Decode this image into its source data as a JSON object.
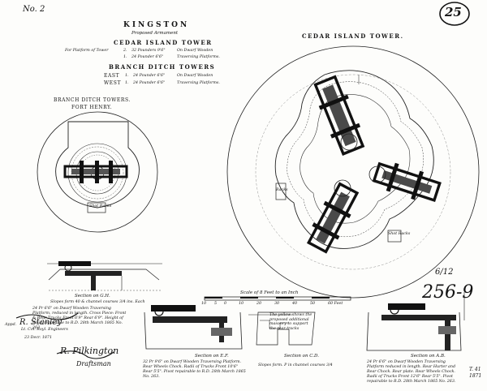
{
  "sheet": {
    "number": "No. 2",
    "circled_number": "25",
    "ref_number": "256-9",
    "ref_fraction": "6/12",
    "corner_mark": "T. 41\n1871"
  },
  "heading": {
    "title": "KINGSTON",
    "subtitle": "Proposed Armament",
    "tower_heading": "CEDAR ISLAND TOWER",
    "platform_label": "For Platform of Tower",
    "tower_items": [
      {
        "qty": "2.",
        "gun": "32 Pounders 9'6\"",
        "mount": "On Dwarf Wooden"
      },
      {
        "qty": "1.",
        "gun": "24 Pounder 6'6\"",
        "mount": "Traversing Platforms."
      }
    ],
    "ditch_heading": "BRANCH DITCH TOWERS",
    "ditch_items": [
      {
        "side": "EAST",
        "qty": "1.",
        "gun": "24 Pounder 6'6\"",
        "mount": "On Dwarf Wooden"
      },
      {
        "side": "WEST",
        "qty": "1.",
        "gun": "24 Pounder 6'6\"",
        "mount": "Traversing Platforms."
      }
    ]
  },
  "left_plan": {
    "title": "BRANCH DITCH TOWERS.",
    "subtitle": "FORT HENRY.",
    "label_shot": "Shot Racks"
  },
  "right_plan": {
    "title": "CEDAR ISLAND TOWER.",
    "label_racks": "Racks",
    "label_shot": "Shot Racks"
  },
  "scale_bar": {
    "label": "Scale of 8 Feet to an Inch",
    "tick_labels": [
      "10",
      "5",
      "0",
      "10",
      "20",
      "30",
      "40",
      "50",
      "60 Feet"
    ]
  },
  "sections": {
    "gh": {
      "title": "Section on G.H.",
      "caption": "Slopes form 40 & channel courses 3/4 ins. Each",
      "note": "24 Pr 6'6\" on Dwarf Wooden Traversing Platform, reduced in length. Cross Piece: Front & Rear Trucks Front 6'9\" Rear 6'9\". Height of Pivot repairable to R.D. 28th March 1865 No. 263"
    },
    "ef": {
      "title": "Section on E.F.",
      "caption": "Slopes form. P in channel courses 3/4",
      "note": "32 Pr 9'6\" on Dwarf Wooden Traversing Platform. Rear Wheels Chock. Radii of Trucks Front 10'6\" Rear 5'5\". Pivot repairable to R.D. 28th March 1865 No. 263."
    },
    "cd": {
      "title": "Section on C.D.",
      "note": "The yellow shows the proposed additional masonry to support the rear tracks"
    },
    "ab": {
      "title": "Section on A.B.",
      "note": "24 Pr 6'6\" on Dwarf Wooden Traversing Platform reduced in length. Rear Hurter and Rear Chock. Rear plate. Rear Wheels Chock. Radii of Trucks Front 12'6\" Rear 5'5\". Pivot repairable to R.D. 28th March 1865 No. 263."
    }
  },
  "signatures": {
    "approved_prefix": "Appd.",
    "approved_name": "R. Stanley",
    "approved_title": "Lt. Col. Royl. Engineers",
    "approved_date": "23 Decr. 1871",
    "draftsman_name": "R. Pilkington",
    "draftsman_title": "Draftsman"
  }
}
